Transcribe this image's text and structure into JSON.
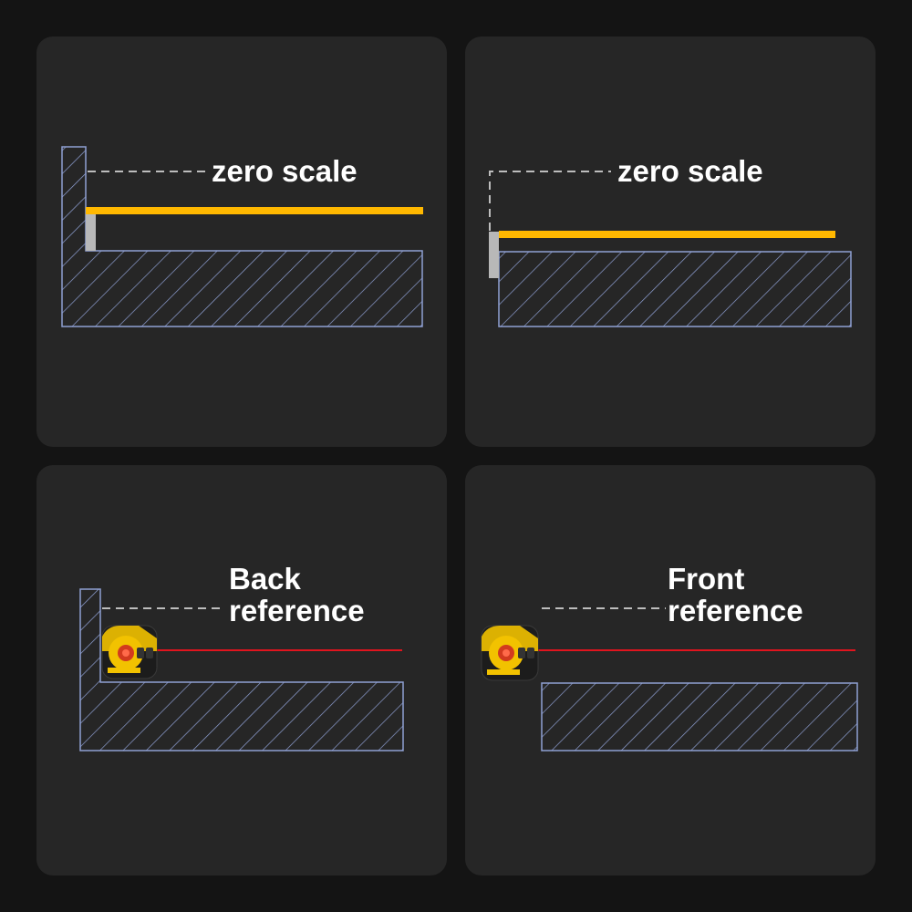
{
  "panels": [
    {
      "id": "zero-scale-back",
      "label": "zero scale"
    },
    {
      "id": "zero-scale-front",
      "label": "zero scale"
    },
    {
      "id": "back-reference",
      "label_line1": "Back",
      "label_line2": "reference"
    },
    {
      "id": "front-reference",
      "label_line1": "Front",
      "label_line2": "reference"
    }
  ],
  "colors": {
    "background": "#141414",
    "panel": "#262626",
    "hatch": "#8fa0d4",
    "tape": "#ffb800",
    "hook": "#b8b8b8",
    "laser": "#e0141e",
    "dashed_line": "#bdbdbd",
    "tool_body": "#f2c200"
  },
  "icons": [
    "tape-measure-icon"
  ]
}
